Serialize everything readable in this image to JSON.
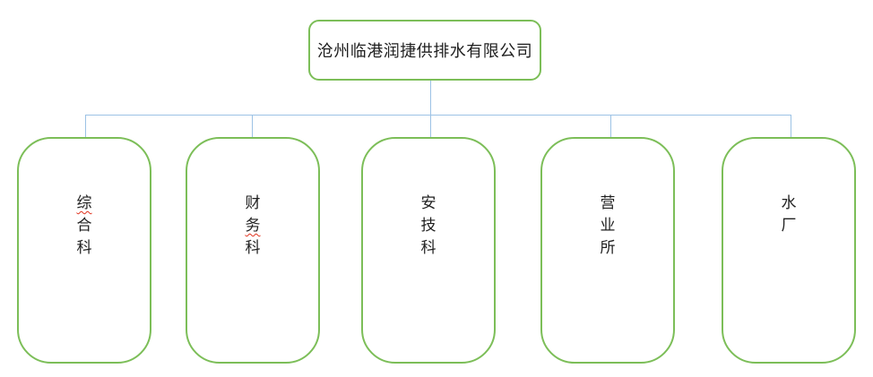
{
  "colors": {
    "box-border": "#7CBE58",
    "connector": "#9CC2E5",
    "text": "#1f1f1f",
    "misspell": "#E0321E"
  },
  "root": {
    "label": "沧州临港润捷供排水有限公司"
  },
  "departments": [
    {
      "name": "综合科",
      "chars": [
        "综",
        "合",
        "科"
      ],
      "misspelled_chars": [
        "综"
      ]
    },
    {
      "name": "财务科",
      "chars": [
        "财",
        "务",
        "科"
      ],
      "misspelled_chars": [
        "务"
      ]
    },
    {
      "name": "安技科",
      "chars": [
        "安",
        "技",
        "科"
      ],
      "misspelled_chars": []
    },
    {
      "name": "营业所",
      "chars": [
        "营",
        "业",
        "所"
      ],
      "misspelled_chars": []
    },
    {
      "name": "水厂",
      "chars": [
        "水",
        "厂"
      ],
      "misspelled_chars": []
    }
  ]
}
